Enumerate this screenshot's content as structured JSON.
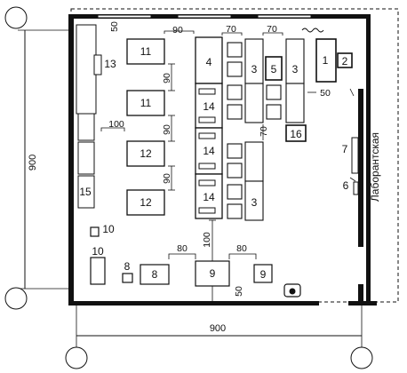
{
  "dimensions": {
    "width": "900",
    "height": "900",
    "d_90_top": "90",
    "d_70_a": "70",
    "d_70_b": "70",
    "d_50_top": "50",
    "d_90_v1": "90",
    "d_90_v2": "90",
    "d_90_v3": "90",
    "d_100_left": "100",
    "d_70_mid": "70",
    "d_50_right": "50",
    "d_80_left": "80",
    "d_100_bottom": "100",
    "d_80_right": "80",
    "d_50_bottom": "50"
  },
  "labels": {
    "n1": "1",
    "n2": "2",
    "n3a": "3",
    "n3b": "3",
    "n3c": "3",
    "n4": "4",
    "n5": "5",
    "n6": "6",
    "n7": "7",
    "n8": "8",
    "n9a": "9",
    "n9b": "9",
    "n10a": "10",
    "n10b": "10",
    "n11a": "11",
    "n11b": "11",
    "n12a": "12",
    "n12b": "12",
    "n13": "13",
    "n14a": "14",
    "n14b": "14",
    "n14c": "14",
    "n15": "15",
    "n16": "16"
  },
  "room_label": "Лаборантская"
}
